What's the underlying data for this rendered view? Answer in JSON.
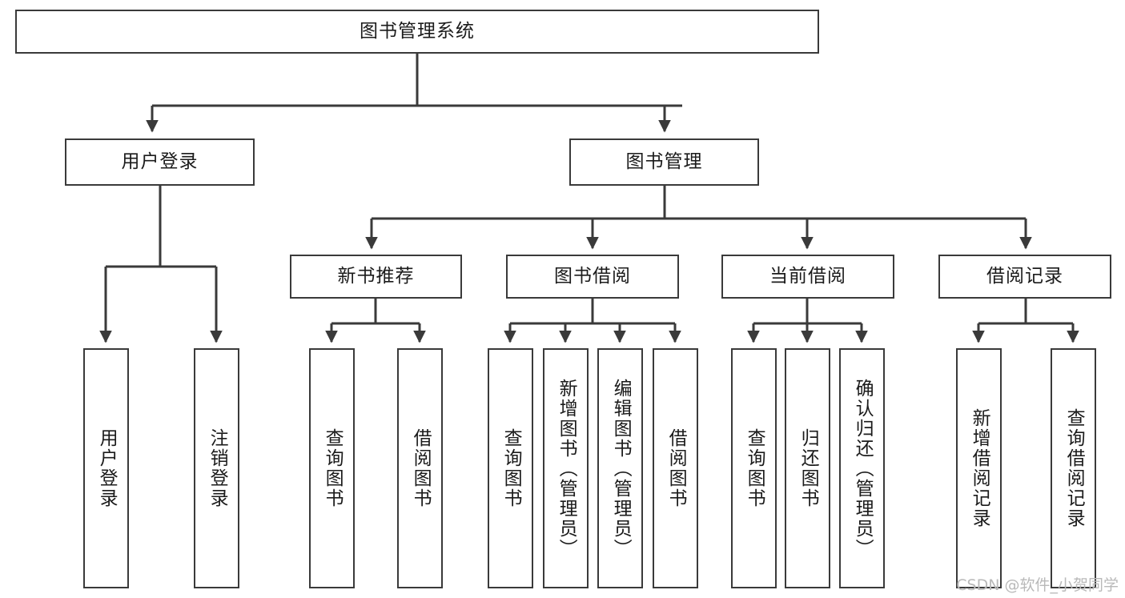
{
  "diagram": {
    "title": "图书管理系统",
    "watermark": "CSDN @软件_小贺同学",
    "line_color": "#3a3a3a",
    "box_fill": "#ffffff",
    "text_color": "#1b1b1b",
    "watermark_color": "#b9b9b9",
    "root": {
      "label": "图书管理系统"
    },
    "level2": [
      {
        "label": "用户登录"
      },
      {
        "label": "图书管理"
      }
    ],
    "level3": [
      {
        "label": "新书推荐"
      },
      {
        "label": "图书借阅"
      },
      {
        "label": "当前借阅"
      },
      {
        "label": "借阅记录"
      }
    ],
    "leaves": {
      "user_login": [
        {
          "label": "用户登录"
        },
        {
          "label": "注销登录"
        }
      ],
      "new_book": [
        {
          "label": "查询图书"
        },
        {
          "label": "借阅图书"
        }
      ],
      "book_borrow": [
        {
          "label": "查询图书"
        },
        {
          "label": "新增图书（管理员）"
        },
        {
          "label": "编辑图书（管理员）"
        },
        {
          "label": "借阅图书"
        }
      ],
      "current_borrow": [
        {
          "label": "查询图书"
        },
        {
          "label": "归还图书"
        },
        {
          "label": "确认归还（管理员）"
        }
      ],
      "borrow_record": [
        {
          "label": "新增借阅记录"
        },
        {
          "label": "查询借阅记录"
        }
      ]
    }
  }
}
